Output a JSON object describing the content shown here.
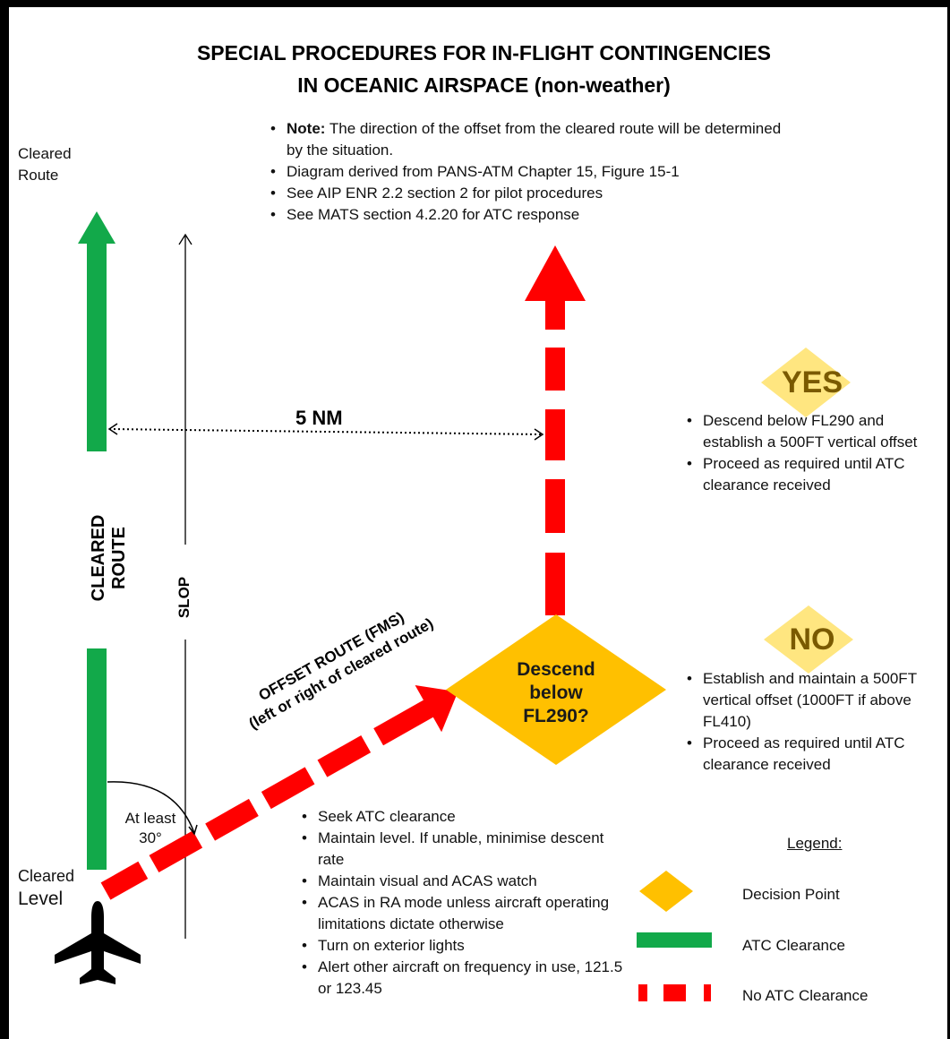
{
  "title": {
    "line1": "SPECIAL PROCEDURES FOR IN-FLIGHT CONTINGENCIES",
    "line2": "IN OCEANIC AIRSPACE (non-weather)"
  },
  "notes": {
    "note_label": "Note:",
    "note_text": " The direction of the offset from the cleared route will be determined by the situation.",
    "items": [
      "Diagram derived from PANS-ATM Chapter 15, Figure 15-1",
      "See AIP ENR 2.2 section 2 for pilot procedures",
      "See MATS section 4.2.20 for ATC response"
    ]
  },
  "labels": {
    "cleared_route_top_1": "Cleared",
    "cleared_route_top_2": "Route",
    "cleared_route_vertical": "CLEARED ROUTE",
    "slop": "SLOP",
    "distance": "5 NM",
    "offset_route_1": "OFFSET ROUTE  (FMS)",
    "offset_route_2": "(left or right of cleared route)",
    "angle_1": "At least",
    "angle_2": "30°",
    "cleared_level_1": "Cleared",
    "cleared_level_2": "Level"
  },
  "decision": {
    "line1": "Descend",
    "line2": "below",
    "line3": "FL290?"
  },
  "yes": {
    "label": "YES",
    "items": [
      "Descend below FL290 and establish a 500FT vertical offset",
      "Proceed as required until ATC clearance received"
    ]
  },
  "no": {
    "label": "NO",
    "items": [
      "Establish and maintain a 500FT vertical offset (1000FT if above FL410)",
      "Proceed as required until ATC clearance received"
    ]
  },
  "actions": {
    "items": [
      "Seek ATC clearance",
      "Maintain level. If unable, minimise descent rate",
      "Maintain visual and ACAS watch",
      "ACAS in RA mode unless aircraft operating limitations dictate otherwise",
      "Turn on exterior lights",
      "Alert other aircraft on frequency in use, 121.5 or 123.45"
    ]
  },
  "legend": {
    "title": "Legend:",
    "decision_point": "Decision Point",
    "atc_clearance": "ATC Clearance",
    "no_atc_clearance": "No ATC Clearance"
  },
  "colors": {
    "green": "#12a94a",
    "red": "#ff0000",
    "diamond": "#ffc000",
    "diamond_light": "#ffe680"
  }
}
